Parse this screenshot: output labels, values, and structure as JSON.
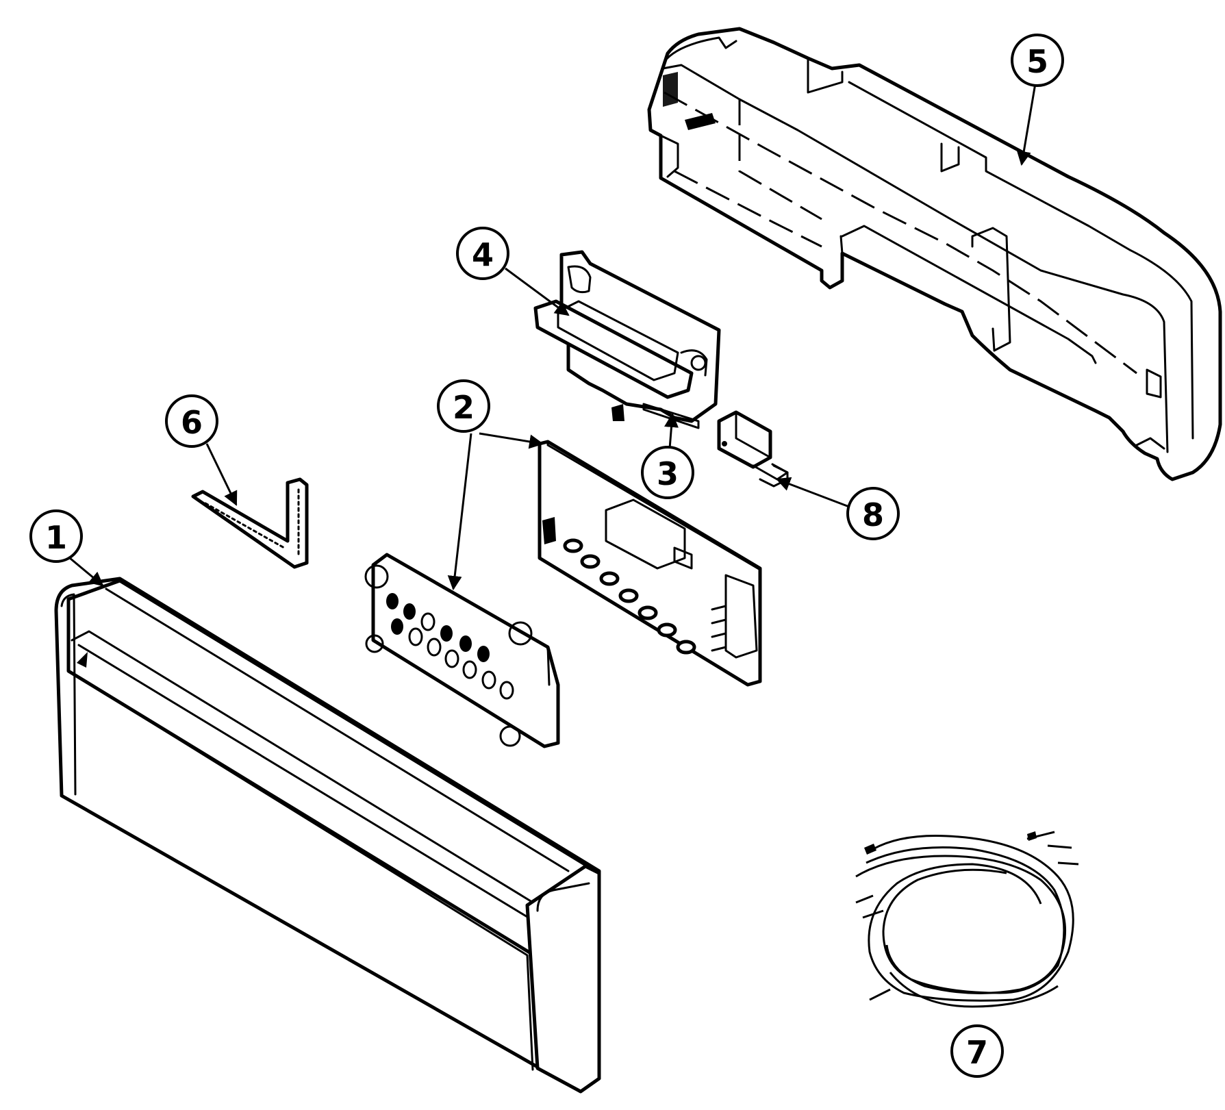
{
  "diagram": {
    "type": "exploded-parts",
    "callouts": [
      {
        "id": "1",
        "label": "1"
      },
      {
        "id": "2",
        "label": "2"
      },
      {
        "id": "3",
        "label": "3"
      },
      {
        "id": "4",
        "label": "4"
      },
      {
        "id": "5",
        "label": "5"
      },
      {
        "id": "6",
        "label": "6"
      },
      {
        "id": "7",
        "label": "7"
      },
      {
        "id": "8",
        "label": "8"
      }
    ],
    "parts": [
      {
        "callout": "1",
        "icon": "console-panel-icon"
      },
      {
        "callout": "2",
        "icon": "control-board-icon"
      },
      {
        "callout": "3",
        "icon": "latch-bracket-icon"
      },
      {
        "callout": "4",
        "icon": "latch-handle-icon"
      },
      {
        "callout": "5",
        "icon": "control-housing-icon"
      },
      {
        "callout": "6",
        "icon": "l-bracket-icon"
      },
      {
        "callout": "7",
        "icon": "wire-harness-icon"
      },
      {
        "callout": "8",
        "icon": "micro-switch-icon"
      }
    ]
  }
}
